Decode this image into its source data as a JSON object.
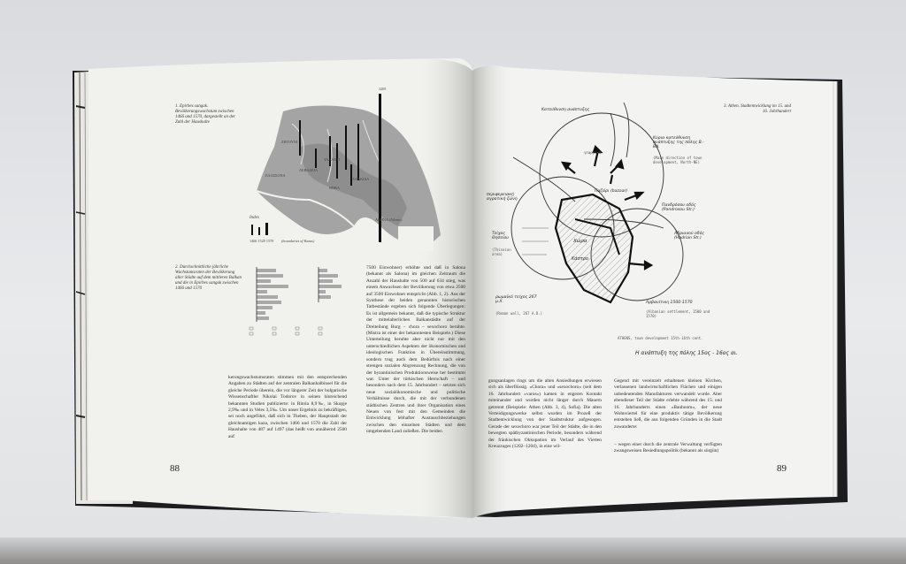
{
  "book": {
    "left_page": {
      "page_number": "88",
      "caption_1": "1. Epirbes sangak. Bevölkerungswachstum zwischen 1466 und 1570, dargestellt an der Zahl der Haushalte",
      "caption_2": "2. Durchschnittliche jährliche Wachstumsraten der Bevölkerung aller Städte auf dem mittleren Balkan und die in Epirbes sangak zwischen 1466 und 1570",
      "map_labels": {
        "top_value": "3205",
        "athens": "ΑΘΗΝΑ (Athens)",
        "legend_title": "Index",
        "legend_years": "1466  1520  1570",
        "legend_note": "(boundaries of Kazas)",
        "cities": [
          "ΖΗΤΟΥΝΙ",
          "ΛΕΒΑΔΕΙΑ",
          "ΘΗΒΑ",
          "ΧΑΛΚΙΔΑ",
          "ΕΛΑΣΣΟΝΑ",
          "ΤΑΛΑΝΤΙ"
        ]
      },
      "text_col_1": "kerungswachstumsraten stimmen mit den entsprechenden Angaben zu Städten auf der zentralen Balkanhalbinsel für die gleiche Periode überein, die vor längerer Zeit der bulgarische Wissenschaftler Nikolai Todorov in seinen hinreichend bekannten Studien publizierte: in Bitola 8,9‰, in Skopje 2,9‰ und in Veles 3,5‰. Um unser Ergebnis zu bekräftigen, sei noch angeführt, daß sich in Theben, der Hauptstadt der gleichnamigen kaza, zwischen 1466 und 1570 die Zahl der Haushalte von 487 auf 1497 (das heißt von annähernd 2500 auf",
      "text_col_2": "7500 Einwohner) erhöhte und daß in Salona (bekannt als Salona) im gleichen Zeitraum die Anzahl der Haushalte von 500 auf 634 stieg, was einem Anwachsen der Bevölkerung von etwa 2500 auf 3500 Einwohner entspricht (Abb. 1, 2). Aus der Synthese der beiden genannten historischen Tatbestände ergeben sich folgende Überlegungen: Es ist allgemein bekannt, daß die typische Struktur der mittelalterlichen Balkanstädte auf der Dreiteilung Burg – chora – sexochoro beruhte. (Mistra ist einer der bekanntesten Beispiele.) Diese Unterteilung beruhte aber nicht nur mit den unterschiedlichen Aspekten der ökonomischen und ideologischen Funktion in Übereinstimmung, sondern trug auch dem Bedürfnis nach einer strengen sozialen Abgrenzung Rechnung, die von der byzantinischen Produktionsweise her bestimmt war. Unter der türkischen Herrschaft – und besonders nach dem 15. Jahrhundert – setzten sich neue sozialökonomische und politische Verhältnisse durch, die mit der verbundenen städtischen Zentren und ihrer Organisation eines Neuen von fest mit den Gemeinden die Entwicklung lebhafter Austauschbeziehungen zwischen den einzelnen Städten und dem umgebenden Land zuließen. Die beiden"
    },
    "right_page": {
      "page_number": "89",
      "caption": "3. Athen. Stadtentwicklung im 15. und 16. Jahrhundert",
      "sketch_title": "ATHENS, town development 15th-16th cent.",
      "sketch_subtitle": "Η ανάπτυξη της πόλης 15ος - 16ος αι.",
      "sketch_labels": {
        "top_greek": "Κατεύθυνση ανάπτυξης",
        "ne_greek": "Κύρια κατεύθυνση ανάπτυξης της πόλης Β.-ΒΑ.",
        "ne_english": "(Main direction of town development, North-NE)",
        "farms": "γεωργικα",
        "left_greek": "περιφερειακή αγροτική ζώνη",
        "wall_greek": "Τείχος Θησείου",
        "wall_english": "(Thiseion area)",
        "bazaar_greek": "Παζάρι (bazaar)",
        "pandrosou": "Πανδρόσου οδός (Pandrosou Str.)",
        "adrianou": "Αδριανού οδός (Hadrian Str.)",
        "chora": "Χώρα",
        "kastro": "Κάστρο",
        "roman_wall_greek": "ρωμαϊκό τείχος 267 μ.Χ.",
        "roman_wall_english": "(Roman wall, 267 A.D.)",
        "albanian_greek": "Αρβανίτικη 1500-1570",
        "albanian_english": "(Albanian settlement, 1500 and 1570)"
      },
      "text_col_1": "gungsanlagen rings um die alten Ansiedlungen erwiesen sich als überflüssig. »Chora« und »sexochoro« (seit dem 16. Jahrhundert »varos«) kamen in engeren Kontakt miteinander und wurden nicht länger durch Mauern getrennt (Beispiele: Athen (Abb. 3, 4), Sofia). Die alten Verteidigungswerke selbst wurden im Prozeß der Stadtentwicklung von der Stadtstruktur aufgesogen. Gerade der sexochoro war jener Teil der Städte, die in den bewegten spätbyzantinischen Periode, besonders während der fränkischen Okkupation im Verlauf des Vierten Kreuzzuges (1202–1204), in eine wil-",
      "text_col_2": "Gegend mit vereinzelt erhaltenen kleinen Kirchen, verlassenen landwirtschaftlichen Flächen und einigen unbedeutenden Manufakturen verwandelt wurde. Aber ebendieser Teil der Städte erlebte während des 15. und 16. Jahrhunderts einen »Bauboom«, der neue Wohnviertel für eine produktiv tätige Bevölkerung entstehen ließ, die aus folgenden Gründen in die Stadt zuwanderte:",
      "text_col_2_bullet": "– wegen einer durch die zentrale Verwaltung verfügten zwangsweisen Besiedlungspolitik (bekannt als sürgün)"
    }
  },
  "colors": {
    "paper": "#f2f2ef",
    "ink": "#2a2a2a",
    "map_gray": "#a3a3a3",
    "background": "#dcdde0",
    "cover": "#1c1c1e"
  }
}
